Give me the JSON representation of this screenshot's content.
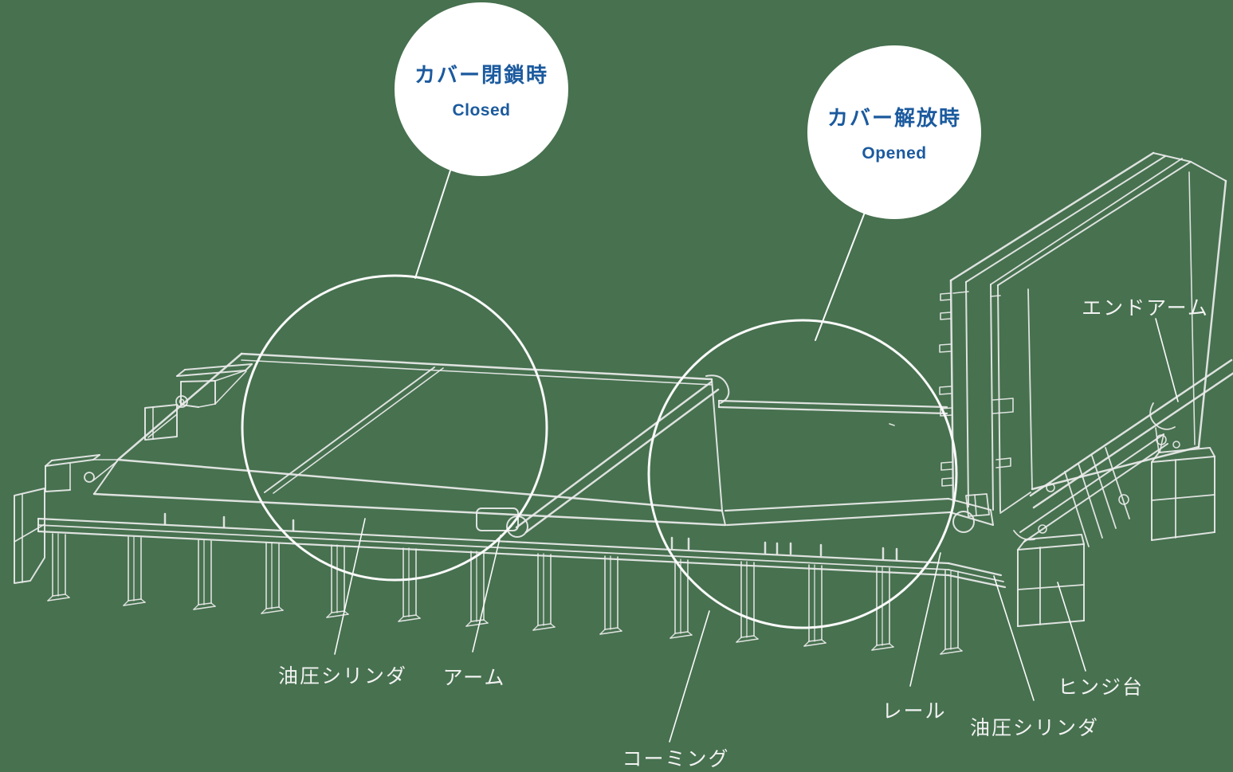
{
  "colors": {
    "background": "#47714F",
    "line": "#EBEBEB",
    "bright_line": "#FAFAFA",
    "label_text": "#F2F2F2",
    "callout_bg": "#FFFFFF",
    "callout_text": "#1B5A9E"
  },
  "callouts": {
    "closed": {
      "title": "カバー閉鎖時",
      "subtitle": "Closed"
    },
    "opened": {
      "title": "カバー解放時",
      "subtitle": "Opened"
    }
  },
  "part_labels": {
    "hydraulic_cylinder_left": "油圧シリンダ",
    "arm": "アーム",
    "coaming": "コーミング",
    "rail": "レール",
    "hydraulic_cylinder_right": "油圧シリンダ",
    "hinge_stand": "ヒンジ台",
    "end_arm": "エンドアーム"
  }
}
